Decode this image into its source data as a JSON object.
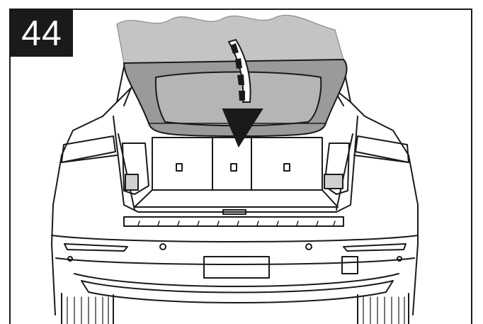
{
  "step": {
    "number": "44"
  },
  "illustration": {
    "subject": "vehicle-rear-liftgate-closing",
    "motion": "downward-arrow",
    "colors": {
      "line": "#1a1a1a",
      "gate_fill": "#9a9a9a",
      "gate_glass": "#b5b5b5",
      "arrow_fill": "#1a1a1a",
      "cloud_fill": "#c4c4c4"
    }
  }
}
